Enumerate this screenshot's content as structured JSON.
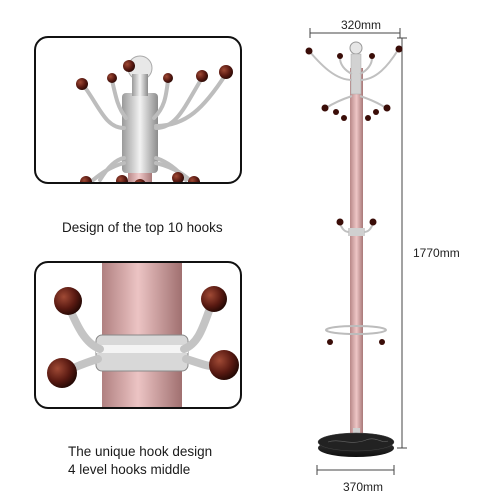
{
  "captions": {
    "top_hooks": "Design of the top 10 hooks",
    "hook_design_line1": "The unique hook design",
    "hook_design_line2": "4 level hooks middle"
  },
  "dimensions": {
    "top_width": "320mm",
    "height": "1770mm",
    "base_width": "370mm"
  },
  "colors": {
    "pole": "#d4a5a5",
    "chrome": "#c8c8c8",
    "ball": "#5a1a12",
    "base": "#1a1a1a",
    "panel_border": "#111111"
  }
}
